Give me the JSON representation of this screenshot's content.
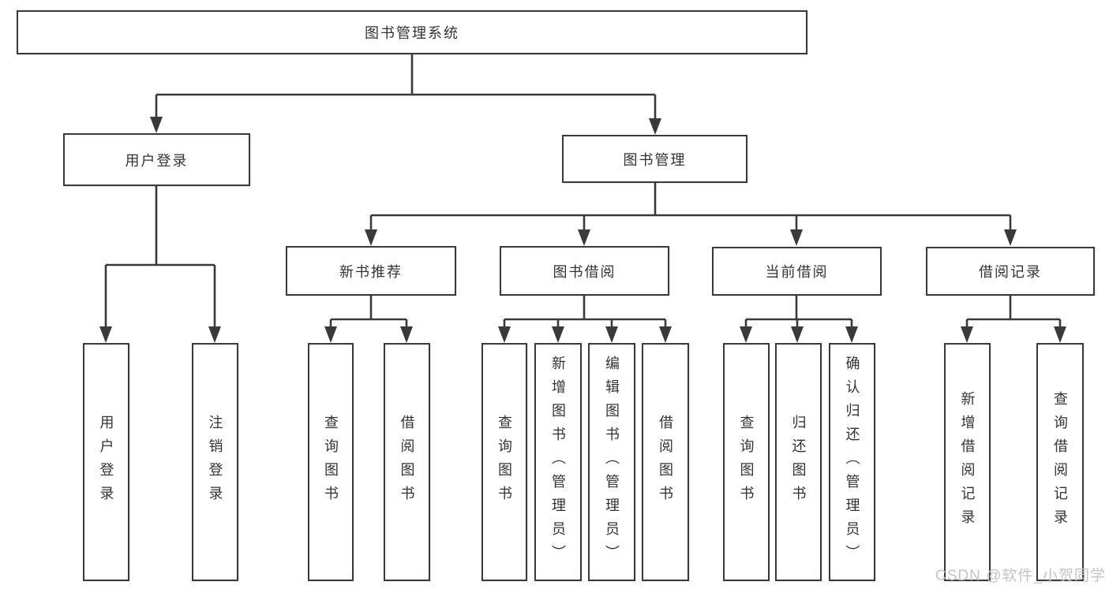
{
  "colors": {
    "line": "#3a3a3a",
    "text": "#333333",
    "box_background": "#ffffff",
    "watermark": "#c4c4c4"
  },
  "watermark": {
    "text": "CSDN @软件_小贺同学"
  },
  "tree": {
    "label": "图书管理系统",
    "children": [
      {
        "label": "用户登录",
        "children": [
          {
            "label": "用户登录"
          },
          {
            "label": "注销登录"
          }
        ]
      },
      {
        "label": "图书管理",
        "children": [
          {
            "label": "新书推荐",
            "children": [
              {
                "label": "查询图书"
              },
              {
                "label": "借阅图书"
              }
            ]
          },
          {
            "label": "图书借阅",
            "children": [
              {
                "label": "查询图书"
              },
              {
                "label": "新增图书（管理员）"
              },
              {
                "label": "编辑图书（管理员）"
              },
              {
                "label": "借阅图书"
              }
            ]
          },
          {
            "label": "当前借阅",
            "children": [
              {
                "label": "查询图书"
              },
              {
                "label": "归还图书"
              },
              {
                "label": "确认归还（管理员）"
              }
            ]
          },
          {
            "label": "借阅记录",
            "children": [
              {
                "label": "新增借阅记录"
              },
              {
                "label": "查询借阅记录"
              }
            ]
          }
        ]
      }
    ]
  }
}
